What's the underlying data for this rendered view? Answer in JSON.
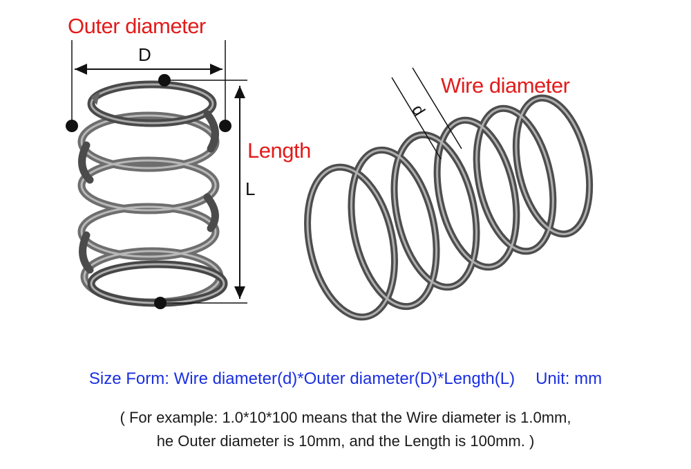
{
  "labels": {
    "outer_diameter": "Outer diameter",
    "D": "D",
    "length": "Length",
    "L": "L",
    "wire_diameter": "Wire diameter",
    "d": "d"
  },
  "caption": {
    "size_form": "Size Form: Wire diameter(d)*Outer diameter(D)*Length(L)",
    "unit": "Unit: mm",
    "example_line1": "( For example: 1.0*10*100 means that the Wire diameter is 1.0mm,",
    "example_line2": "he Outer diameter is 10mm, and the Length is 100mm. )"
  },
  "colors": {
    "label_red": "#e21b1b",
    "caption_blue": "#1a2fe0",
    "spring_dark": "#3a3a3a",
    "spring_light": "#8a8a8a"
  }
}
